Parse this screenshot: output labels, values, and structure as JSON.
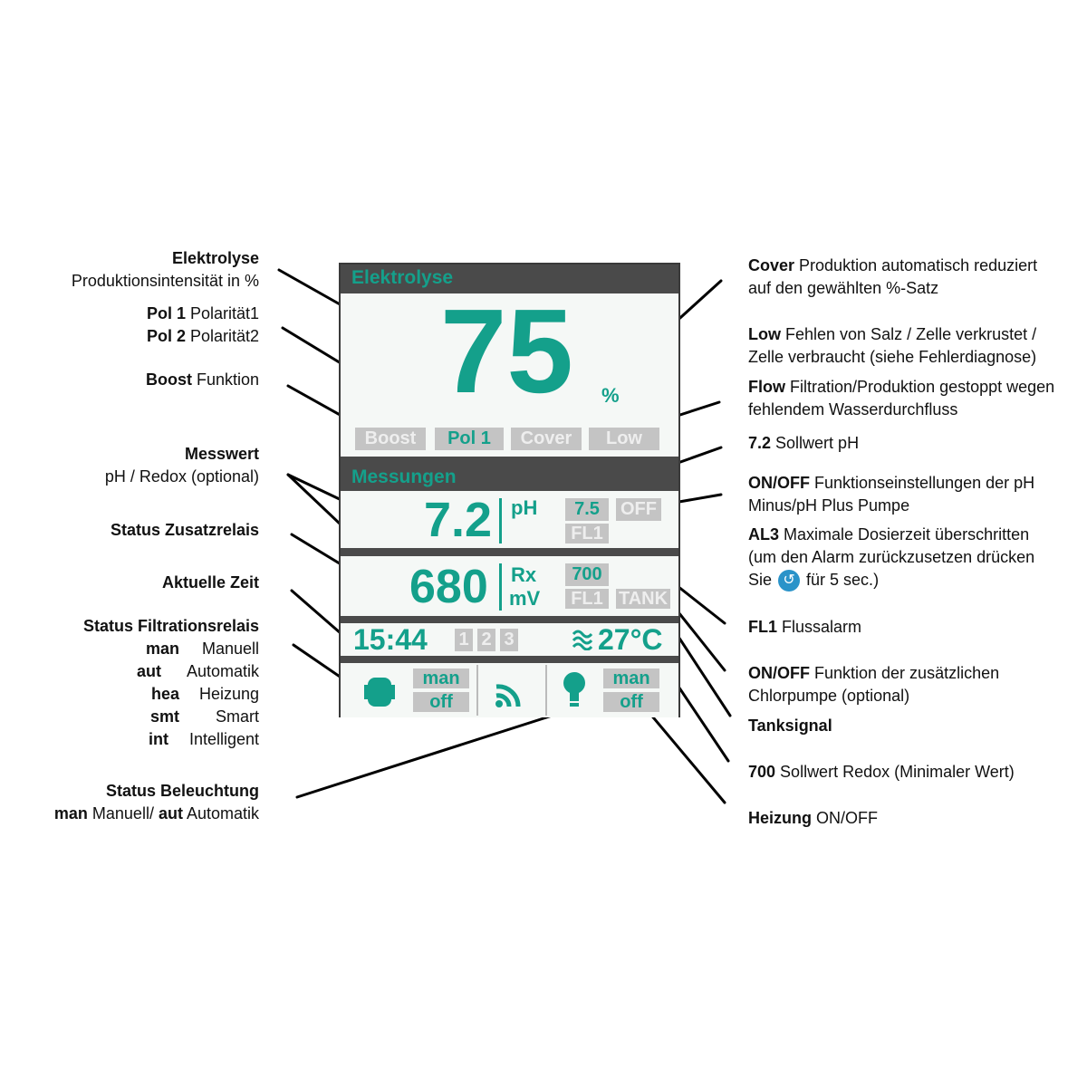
{
  "device": {
    "elektrolyse_title": "Elektrolyse",
    "production_value": "75",
    "production_unit": "%",
    "chips_row": [
      "Boost",
      "Pol 1",
      "Cover",
      "Low"
    ],
    "messungen_title": "Messungen",
    "ph_value": "7.2",
    "ph_unit": "pH",
    "ph_setpoint": "7.5",
    "ph_pump": "OFF",
    "ph_alarm": "FL1",
    "redox_value": "680",
    "redox_unit_1": "Rx",
    "redox_unit_2": "mV",
    "redox_setpoint": "700",
    "redox_alarm": "FL1",
    "tank": "TANK",
    "time": "15:44",
    "relays": [
      "1",
      "2",
      "3"
    ],
    "temperature": "27°C",
    "filter_mode_1": "man",
    "filter_mode_2": "off",
    "light_mode_1": "man",
    "light_mode_2": "off",
    "icons": [
      "pump-icon",
      "wifi-icon",
      "light-bulb-icon",
      "water-heat-icon"
    ],
    "colors": {
      "accent": "#14a08b",
      "header": "#4a4a4a",
      "chip": "#c4c4c4",
      "panel": "#f5f8f6"
    }
  },
  "labels_left": {
    "elektrolyse_title": "Elektrolyse",
    "elektrolyse_desc": "Produktionsintensität in %",
    "pol1_key": "Pol 1",
    "pol1_desc": " Polarität1",
    "pol2_key": "Pol 2",
    "pol2_desc": " Polarität2",
    "boost_key": "Boost",
    "boost_desc": " Funktion",
    "messwert_title": "Messwert",
    "messwert_desc": "pH / Redox (optional)",
    "zusatz_title": "Status Zusatzrelais",
    "zeit_title": "Aktuelle Zeit",
    "filt_title": "Status Filtrationsrelais",
    "filt_modes": [
      {
        "k": "man",
        "v": "Manuell"
      },
      {
        "k": "aut",
        "v": "Automatik"
      },
      {
        "k": "hea",
        "v": "Heizung"
      },
      {
        "k": "smt",
        "v": "Smart"
      },
      {
        "k": "int",
        "v": "Intelligent"
      }
    ],
    "light_title": "Status Beleuchtung",
    "light_k1": "man",
    "light_v1": " Manuell/ ",
    "light_k2": "aut",
    "light_v2": " Automatik"
  },
  "labels_right": {
    "cover_key": "Cover",
    "cover_desc1": " Produktion automatisch reduziert",
    "cover_desc2": "auf den gewählten %-Satz",
    "low_key": "Low",
    "low_desc1": " Fehlen von Salz / Zelle verkrustet /",
    "low_desc2": "Zelle verbraucht (siehe Fehlerdiagnose)",
    "flow_key": "Flow",
    "flow_desc1": " Filtration/Produktion gestoppt wegen",
    "flow_desc2": "fehlendem Wasserdurchfluss",
    "sp_key": "7.2",
    "sp_desc": " Sollwert pH",
    "onoff_key": "ON/OFF",
    "onoff_desc1": " Funktionseinstellungen der pH",
    "onoff_desc2": "Minus/pH Plus Pumpe",
    "al3_key": "AL3",
    "al3_desc1": " Maximale Dosierzeit überschritten",
    "al3_desc2": "(um den Alarm zurückzusetzen drücken",
    "al3_desc3a": "Sie ",
    "al3_desc3b": " für 5 sec.)",
    "fl1_key": "FL1",
    "fl1_desc": " Flussalarm",
    "onoff2_key": "ON/OFF",
    "onoff2_desc1": " Funktion der zusätzlichen",
    "onoff2_desc2": "Chlorpumpe (optional)",
    "tank_key": "Tanksignal",
    "redox_key": "700",
    "redox_desc": " Sollwert Redox (Minimaler Wert)",
    "heat_key": "Heizung",
    "heat_desc": " ON/OFF"
  }
}
